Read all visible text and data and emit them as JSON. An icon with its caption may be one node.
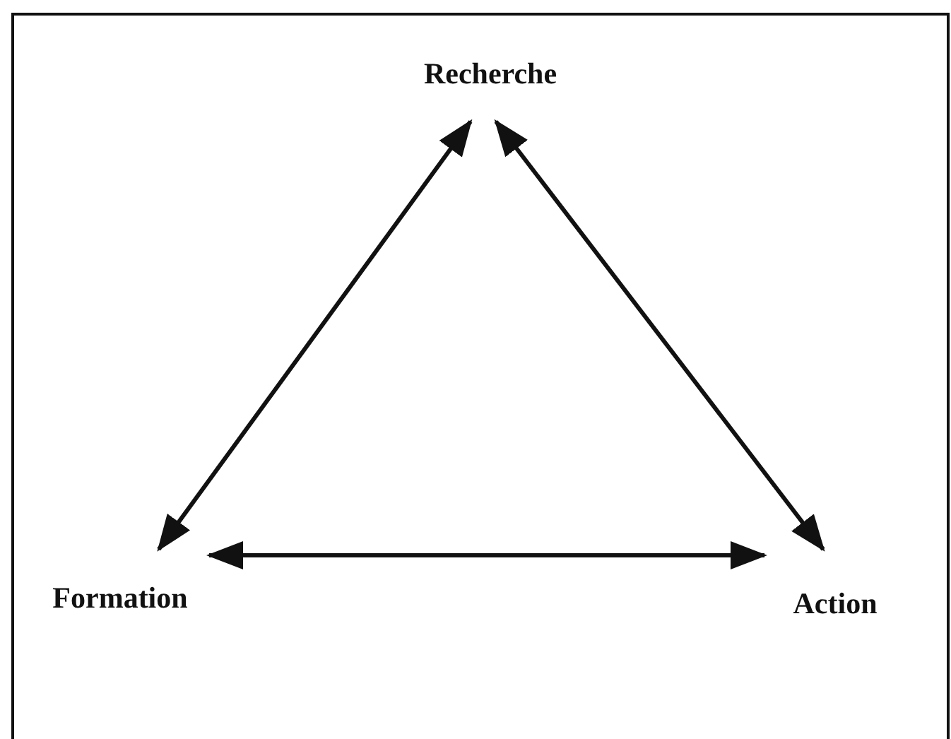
{
  "diagram": {
    "nodes": [
      {
        "text": [
          "Recherche"
        ]
      },
      {
        "text": [
          "Formation"
        ]
      },
      {
        "text": [
          "Action"
        ]
      }
    ],
    "edges": [
      {
        "from": 0,
        "to": 1,
        "arrow": "both"
      },
      {
        "from": 0,
        "to": 2,
        "arrow": "both"
      },
      {
        "from": 1,
        "to": 2,
        "arrow": "both"
      }
    ]
  }
}
